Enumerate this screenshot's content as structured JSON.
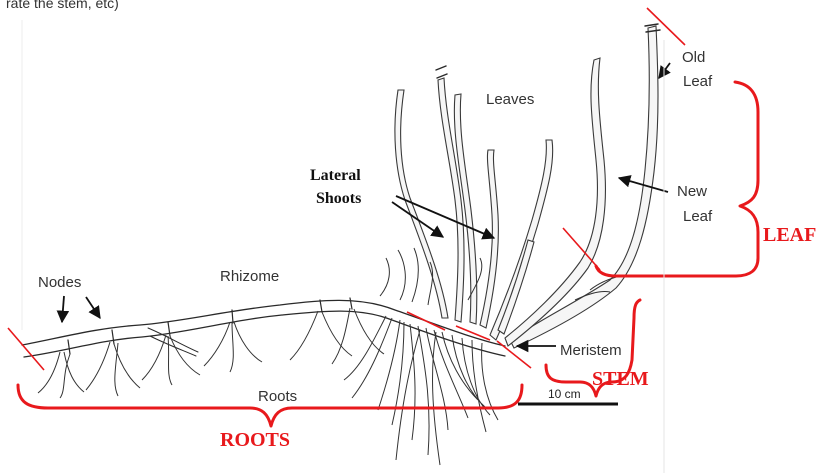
{
  "top_caption": "rate the stem, etc)",
  "labels": {
    "nodes": "Nodes",
    "rhizome": "Rhizome",
    "roots": "Roots",
    "leaves": "Leaves",
    "lateral_shoots_line1": "Lateral",
    "lateral_shoots_line2": "Shoots",
    "old_leaf_line1": "Old",
    "old_leaf_line2": "Leaf",
    "new_leaf_line1": "New",
    "new_leaf_line2": "Leaf",
    "meristem": "Meristem",
    "scale_bar": "10 cm"
  },
  "parts": {
    "roots": "ROOTS",
    "stem": "STEM",
    "leaf": "LEAF"
  },
  "colors": {
    "highlight": "#e8191c",
    "ink": "#2a2a2a",
    "label": "#333333"
  }
}
